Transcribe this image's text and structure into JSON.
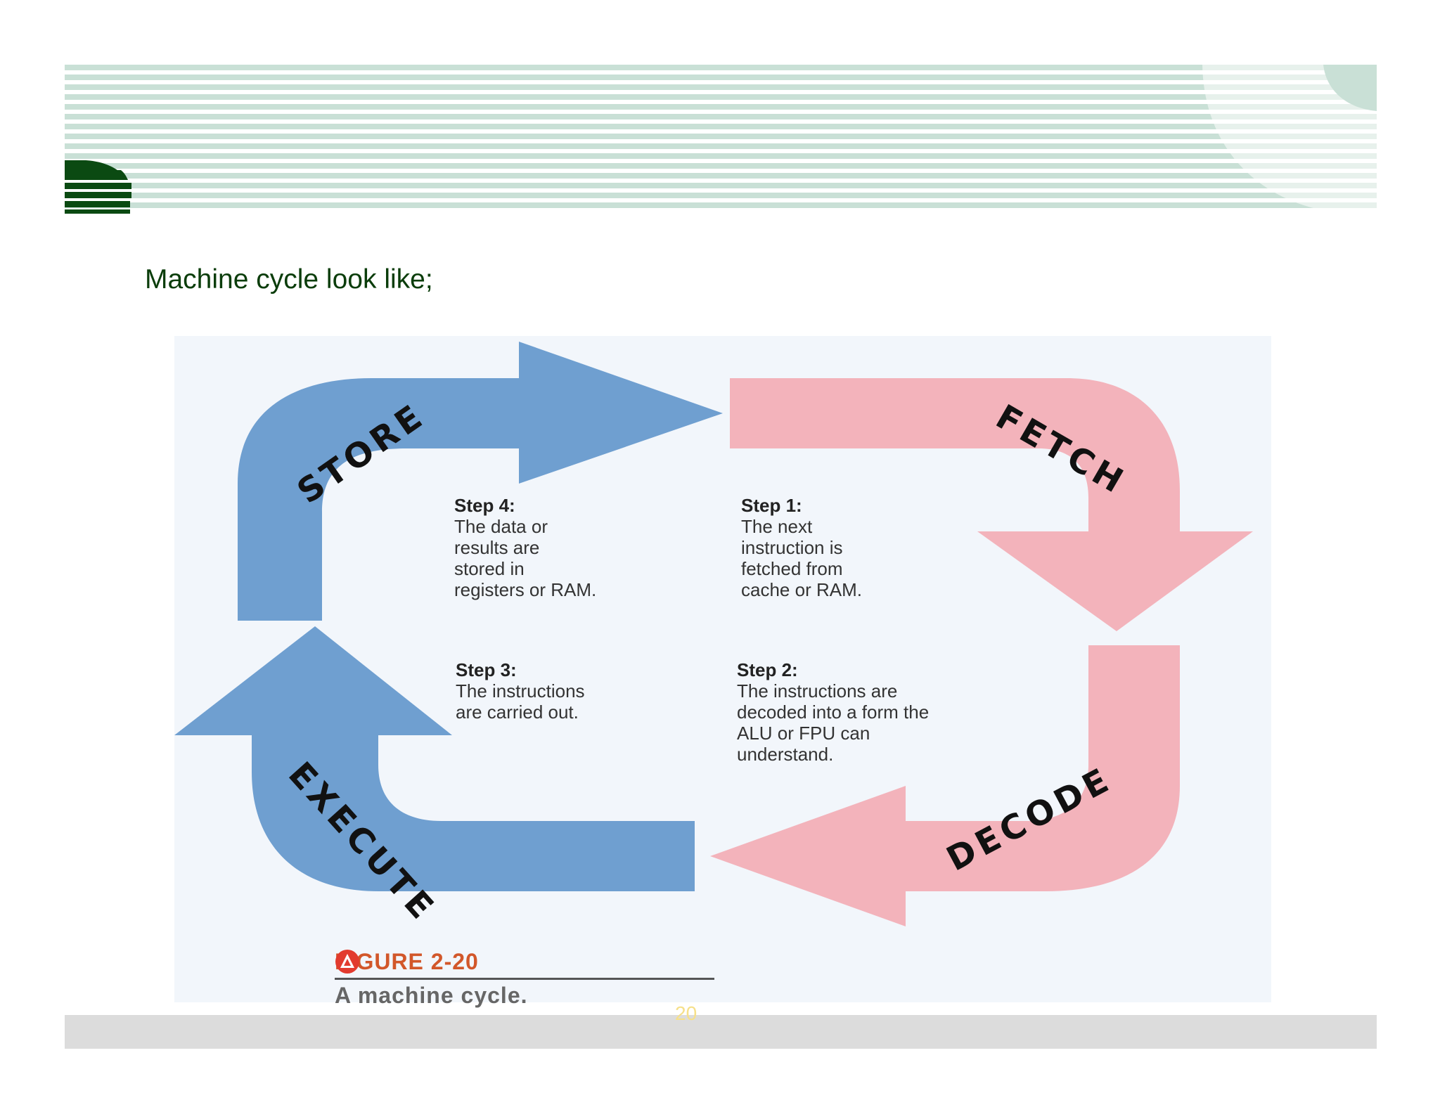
{
  "slide": {
    "title": "Machine cycle look like;",
    "page_number": "20"
  },
  "diagram": {
    "stages": {
      "store": "STORE",
      "fetch": "FETCH",
      "decode": "DECODE",
      "execute": "EXECUTE"
    },
    "steps": [
      {
        "title": "Step 1:",
        "lines": [
          "The next",
          "instruction is",
          "fetched from",
          "cache or RAM."
        ]
      },
      {
        "title": "Step 2:",
        "lines": [
          "The instructions are",
          "decoded into a form the",
          "ALU or FPU can",
          "understand."
        ]
      },
      {
        "title": "Step 3:",
        "lines": [
          "The instructions",
          "are carried out."
        ]
      },
      {
        "title": "Step 4:",
        "lines": [
          "The data or",
          "results are",
          "stored in",
          "registers or RAM."
        ]
      }
    ],
    "figure_number": "FIGURE 2-20",
    "figure_caption": "A machine cycle.",
    "colors": {
      "blue_arrow": "#6f9fd0",
      "pink_arrow": "#f3b3bb",
      "header_stripe": "#c9e0d6",
      "dark_green": "#0b4a12"
    }
  }
}
